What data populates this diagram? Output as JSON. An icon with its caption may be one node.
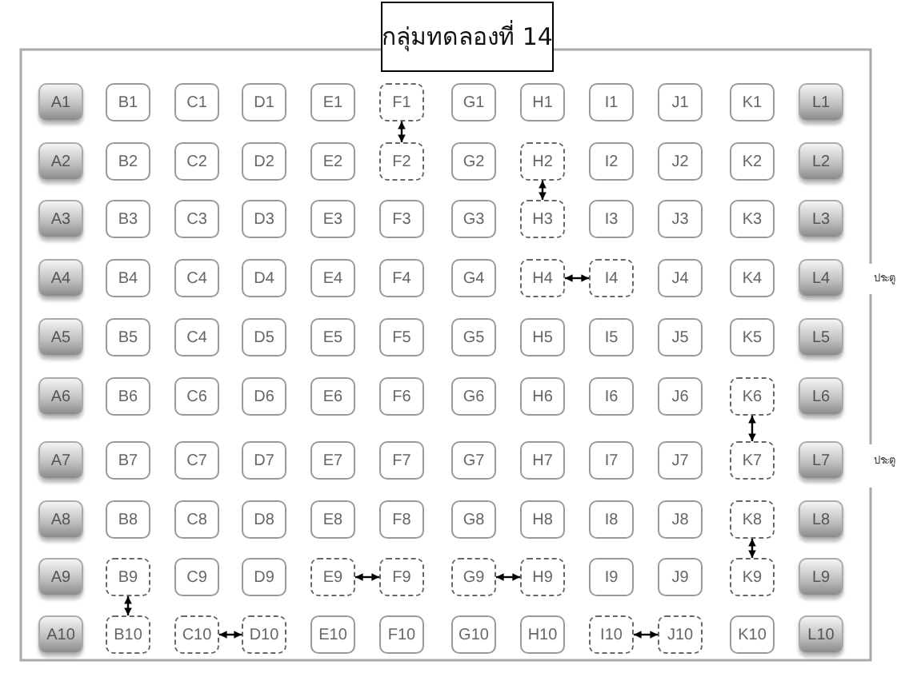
{
  "diagram": {
    "title": "กลุ่มทดลองที่ 14",
    "nodes": [
      {
        "text": [
          "A1"
        ]
      },
      {
        "text": [
          "B1"
        ]
      },
      {
        "text": [
          "C1"
        ]
      },
      {
        "text": [
          "D1"
        ]
      },
      {
        "text": [
          "E1"
        ]
      },
      {
        "text": [
          "F1"
        ]
      },
      {
        "text": [
          "G1"
        ]
      },
      {
        "text": [
          "H1"
        ]
      },
      {
        "text": [
          "I1"
        ]
      },
      {
        "text": [
          "J1"
        ]
      },
      {
        "text": [
          "K1"
        ]
      },
      {
        "text": [
          "L1"
        ]
      },
      {
        "text": [
          "A2"
        ]
      },
      {
        "text": [
          "B2"
        ]
      },
      {
        "text": [
          "C2"
        ]
      },
      {
        "text": [
          "D2"
        ]
      },
      {
        "text": [
          "E2"
        ]
      },
      {
        "text": [
          "F2"
        ]
      },
      {
        "text": [
          "G2"
        ]
      },
      {
        "text": [
          "H2"
        ]
      },
      {
        "text": [
          "I2"
        ]
      },
      {
        "text": [
          "J2"
        ]
      },
      {
        "text": [
          "K2"
        ]
      },
      {
        "text": [
          "L2"
        ]
      },
      {
        "text": [
          "A3"
        ]
      },
      {
        "text": [
          "B3"
        ]
      },
      {
        "text": [
          "C3"
        ]
      },
      {
        "text": [
          "D3"
        ]
      },
      {
        "text": [
          "E3"
        ]
      },
      {
        "text": [
          "F3"
        ]
      },
      {
        "text": [
          "G3"
        ]
      },
      {
        "text": [
          "H3"
        ]
      },
      {
        "text": [
          "I3"
        ]
      },
      {
        "text": [
          "J3"
        ]
      },
      {
        "text": [
          "K3"
        ]
      },
      {
        "text": [
          "L3"
        ]
      },
      {
        "text": [
          "A4"
        ]
      },
      {
        "text": [
          "B4"
        ]
      },
      {
        "text": [
          "C4"
        ]
      },
      {
        "text": [
          "D4"
        ]
      },
      {
        "text": [
          "E4"
        ]
      },
      {
        "text": [
          "F4"
        ]
      },
      {
        "text": [
          "G4"
        ]
      },
      {
        "text": [
          "H4"
        ]
      },
      {
        "text": [
          "I4"
        ]
      },
      {
        "text": [
          "J4"
        ]
      },
      {
        "text": [
          "K4"
        ]
      },
      {
        "text": [
          "L4"
        ]
      },
      {
        "text": [
          "A5"
        ]
      },
      {
        "text": [
          "B5"
        ]
      },
      {
        "text": [
          "C4"
        ]
      },
      {
        "text": [
          "D5"
        ]
      },
      {
        "text": [
          "E5"
        ]
      },
      {
        "text": [
          "F5"
        ]
      },
      {
        "text": [
          "G5"
        ]
      },
      {
        "text": [
          "H5"
        ]
      },
      {
        "text": [
          "I5"
        ]
      },
      {
        "text": [
          "J5"
        ]
      },
      {
        "text": [
          "K5"
        ]
      },
      {
        "text": [
          "L5"
        ]
      },
      {
        "text": [
          "A6"
        ]
      },
      {
        "text": [
          "B6"
        ]
      },
      {
        "text": [
          "C6"
        ]
      },
      {
        "text": [
          "D6"
        ]
      },
      {
        "text": [
          "E6"
        ]
      },
      {
        "text": [
          "F6"
        ]
      },
      {
        "text": [
          "G6"
        ]
      },
      {
        "text": [
          "H6"
        ]
      },
      {
        "text": [
          "I6"
        ]
      },
      {
        "text": [
          "J6"
        ]
      },
      {
        "text": [
          "K6"
        ]
      },
      {
        "text": [
          "L6"
        ]
      },
      {
        "text": [
          "A7"
        ]
      },
      {
        "text": [
          "B7"
        ]
      },
      {
        "text": [
          "C7"
        ]
      },
      {
        "text": [
          "D7"
        ]
      },
      {
        "text": [
          "E7"
        ]
      },
      {
        "text": [
          "F7"
        ]
      },
      {
        "text": [
          "G7"
        ]
      },
      {
        "text": [
          "H7"
        ]
      },
      {
        "text": [
          "I7"
        ]
      },
      {
        "text": [
          "J7"
        ]
      },
      {
        "text": [
          "K7"
        ]
      },
      {
        "text": [
          "L7"
        ]
      },
      {
        "text": [
          "A8"
        ]
      },
      {
        "text": [
          "B8"
        ]
      },
      {
        "text": [
          "C8"
        ]
      },
      {
        "text": [
          "D8"
        ]
      },
      {
        "text": [
          "E8"
        ]
      },
      {
        "text": [
          "F8"
        ]
      },
      {
        "text": [
          "G8"
        ]
      },
      {
        "text": [
          "H8"
        ]
      },
      {
        "text": [
          "I8"
        ]
      },
      {
        "text": [
          "J8"
        ]
      },
      {
        "text": [
          "K8"
        ]
      },
      {
        "text": [
          "L8"
        ]
      },
      {
        "text": [
          "A9"
        ]
      },
      {
        "text": [
          "B9"
        ]
      },
      {
        "text": [
          "C9"
        ]
      },
      {
        "text": [
          "D9"
        ]
      },
      {
        "text": [
          "E9"
        ]
      },
      {
        "text": [
          "F9"
        ]
      },
      {
        "text": [
          "G9"
        ]
      },
      {
        "text": [
          "H9"
        ]
      },
      {
        "text": [
          "I9"
        ]
      },
      {
        "text": [
          "J9"
        ]
      },
      {
        "text": [
          "K9"
        ]
      },
      {
        "text": [
          "L9"
        ]
      },
      {
        "text": [
          "A10"
        ]
      },
      {
        "text": [
          "B10"
        ]
      },
      {
        "text": [
          "C10"
        ]
      },
      {
        "text": [
          "D10"
        ]
      },
      {
        "text": [
          "E10"
        ]
      },
      {
        "text": [
          "F10"
        ]
      },
      {
        "text": [
          "G10"
        ]
      },
      {
        "text": [
          "H10"
        ]
      },
      {
        "text": [
          "I10"
        ]
      },
      {
        "text": [
          "J10"
        ]
      },
      {
        "text": [
          "K10"
        ]
      },
      {
        "text": [
          "L10"
        ]
      }
    ],
    "edges": [
      {
        "from": 5,
        "to": 17,
        "arrow": "both"
      },
      {
        "from": 19,
        "to": 31,
        "arrow": "both"
      },
      {
        "from": 43,
        "to": 44,
        "arrow": "both"
      },
      {
        "from": 70,
        "to": 82,
        "arrow": "both"
      },
      {
        "from": 94,
        "to": 106,
        "arrow": "both"
      },
      {
        "from": 97,
        "to": 109,
        "arrow": "both"
      },
      {
        "from": 100,
        "to": 101,
        "arrow": "both"
      },
      {
        "from": 102,
        "to": 103,
        "arrow": "both"
      },
      {
        "from": 110,
        "to": 111,
        "arrow": "both"
      },
      {
        "from": 116,
        "to": 117,
        "arrow": "both"
      }
    ],
    "labels": [
      "ประตู",
      "ประตู"
    ]
  }
}
